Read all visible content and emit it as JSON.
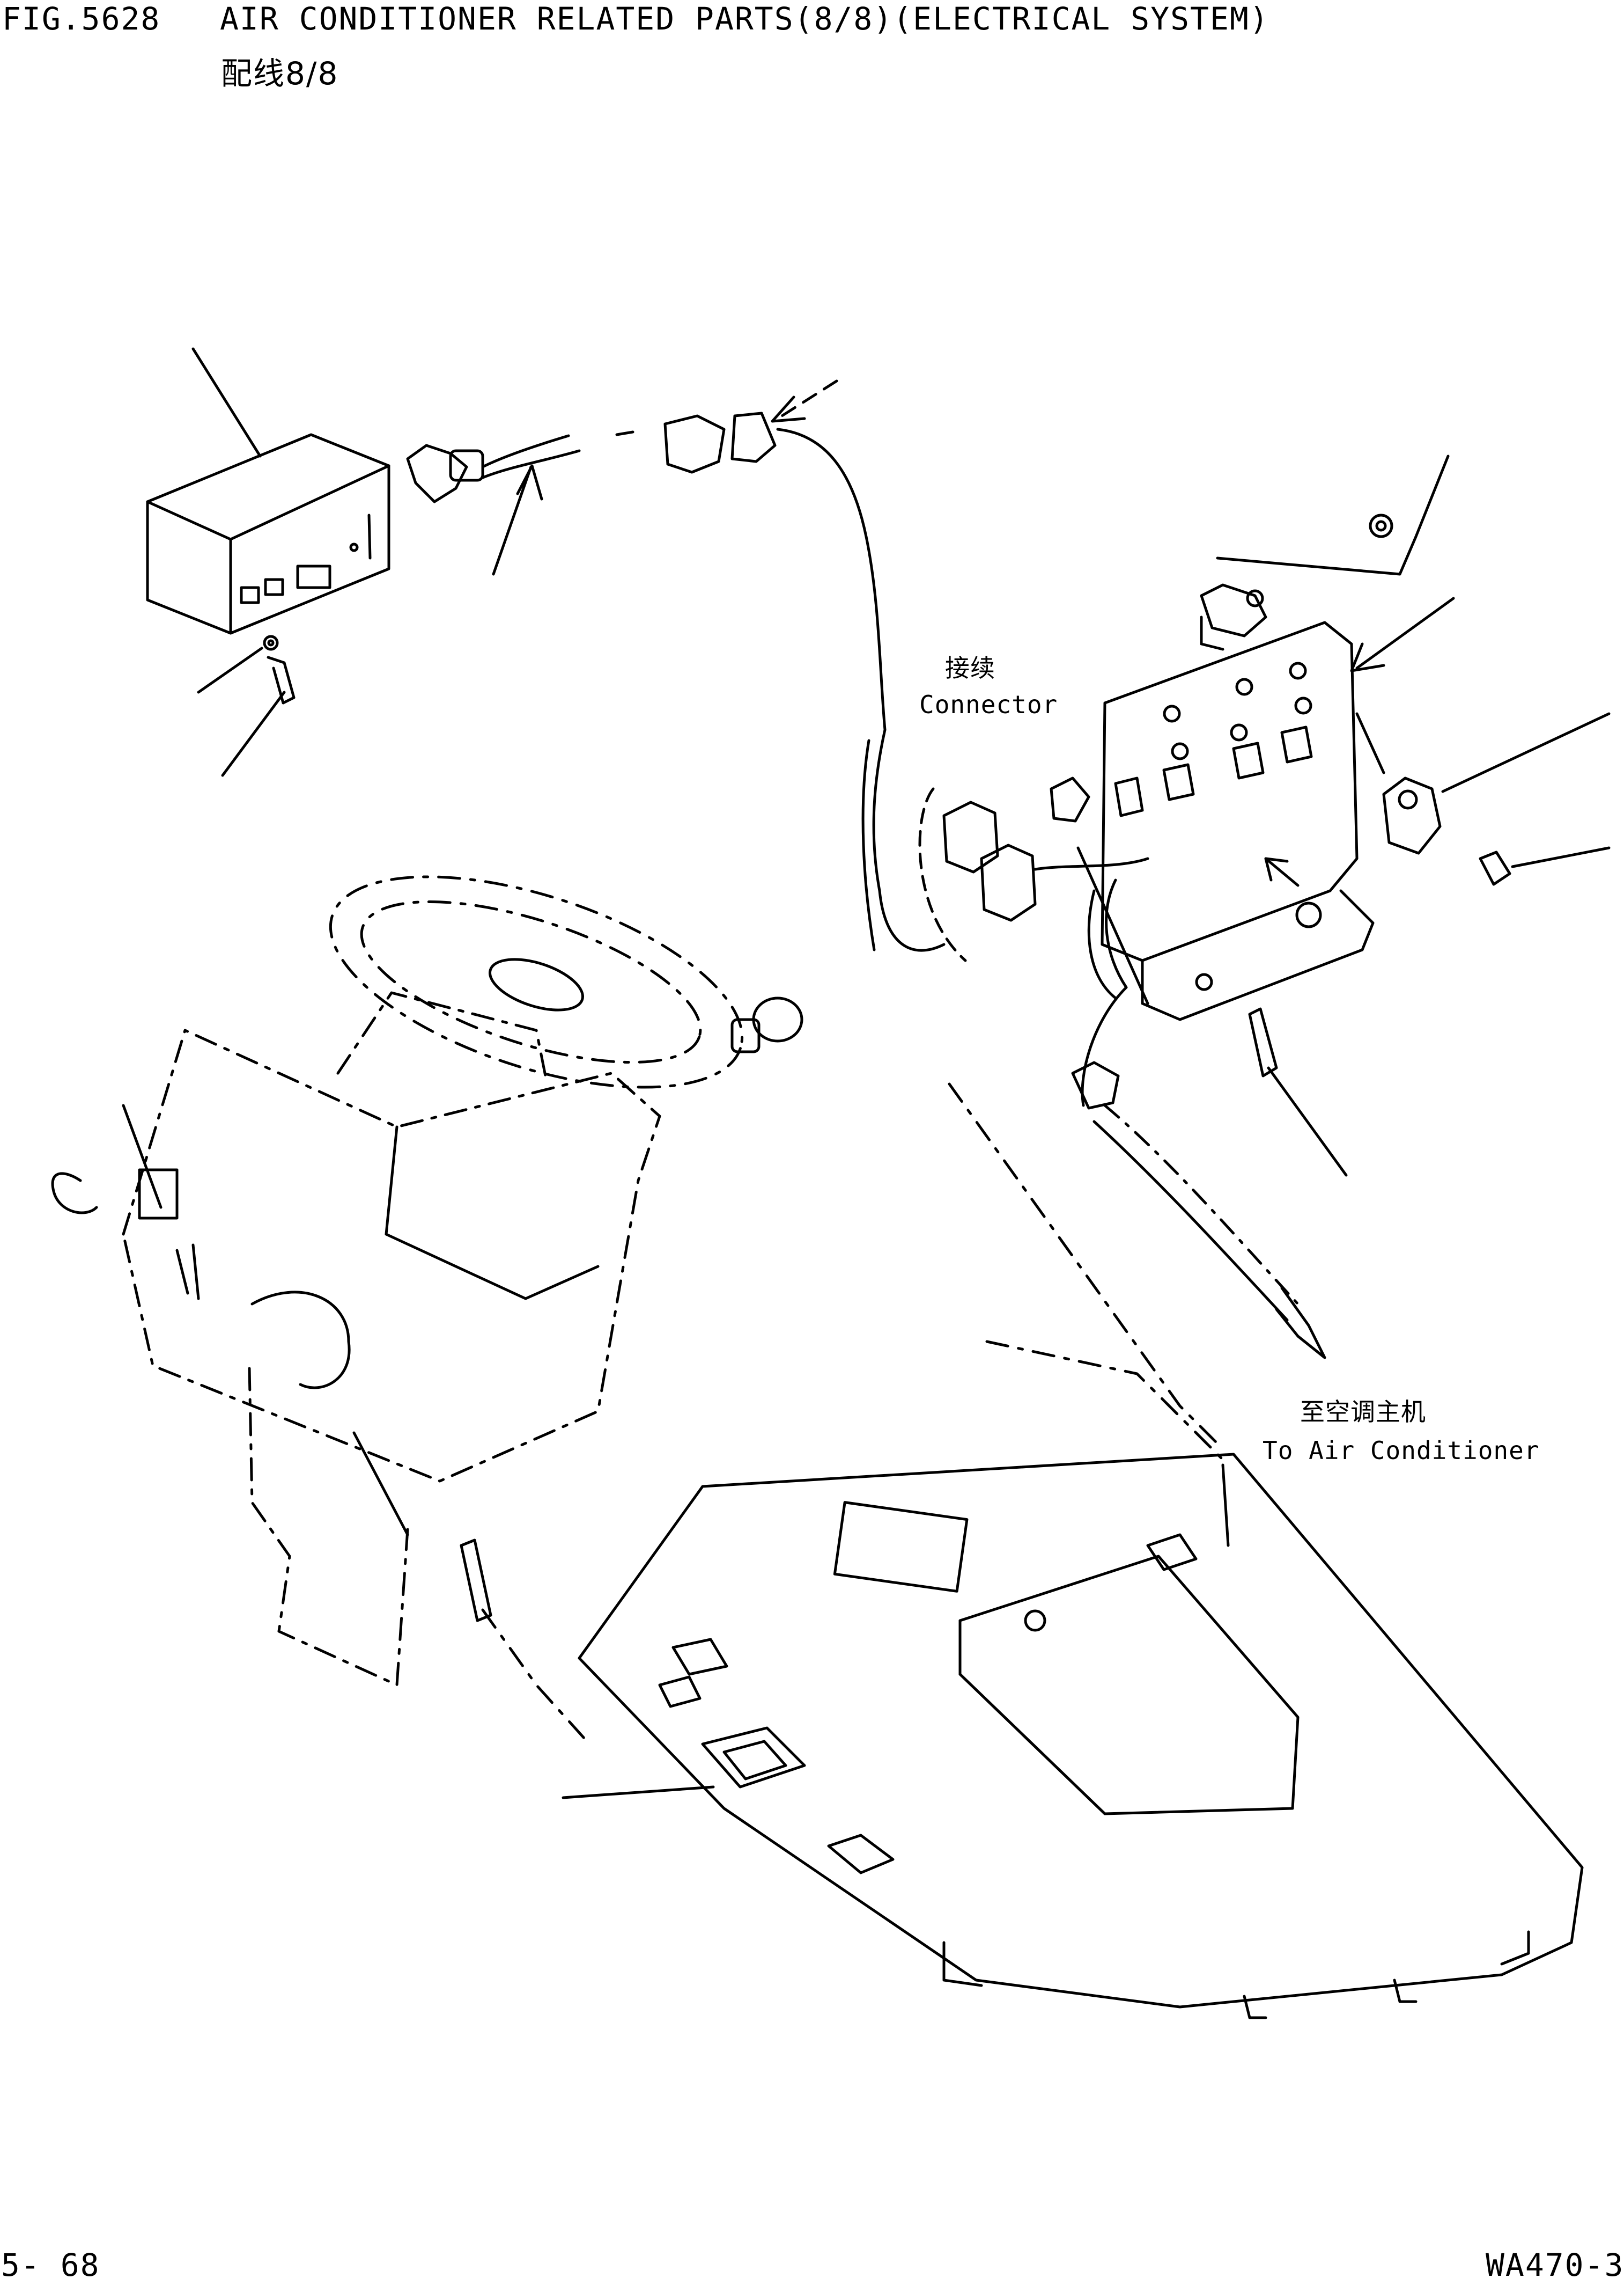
{
  "header": {
    "figure_number": "FIG.5628",
    "title": "AIR CONDITIONER RELATED PARTS(8/8)(ELECTRICAL SYSTEM)",
    "subtitle_zh": "配线8/8"
  },
  "callouts": {
    "connector_zh": "接续",
    "connector_en": "Connector",
    "to_ac_zh": "至空调主机",
    "to_ac_en": "To Air Conditioner"
  },
  "footer": {
    "page_number": "5- 68",
    "model": "WA470-3"
  }
}
